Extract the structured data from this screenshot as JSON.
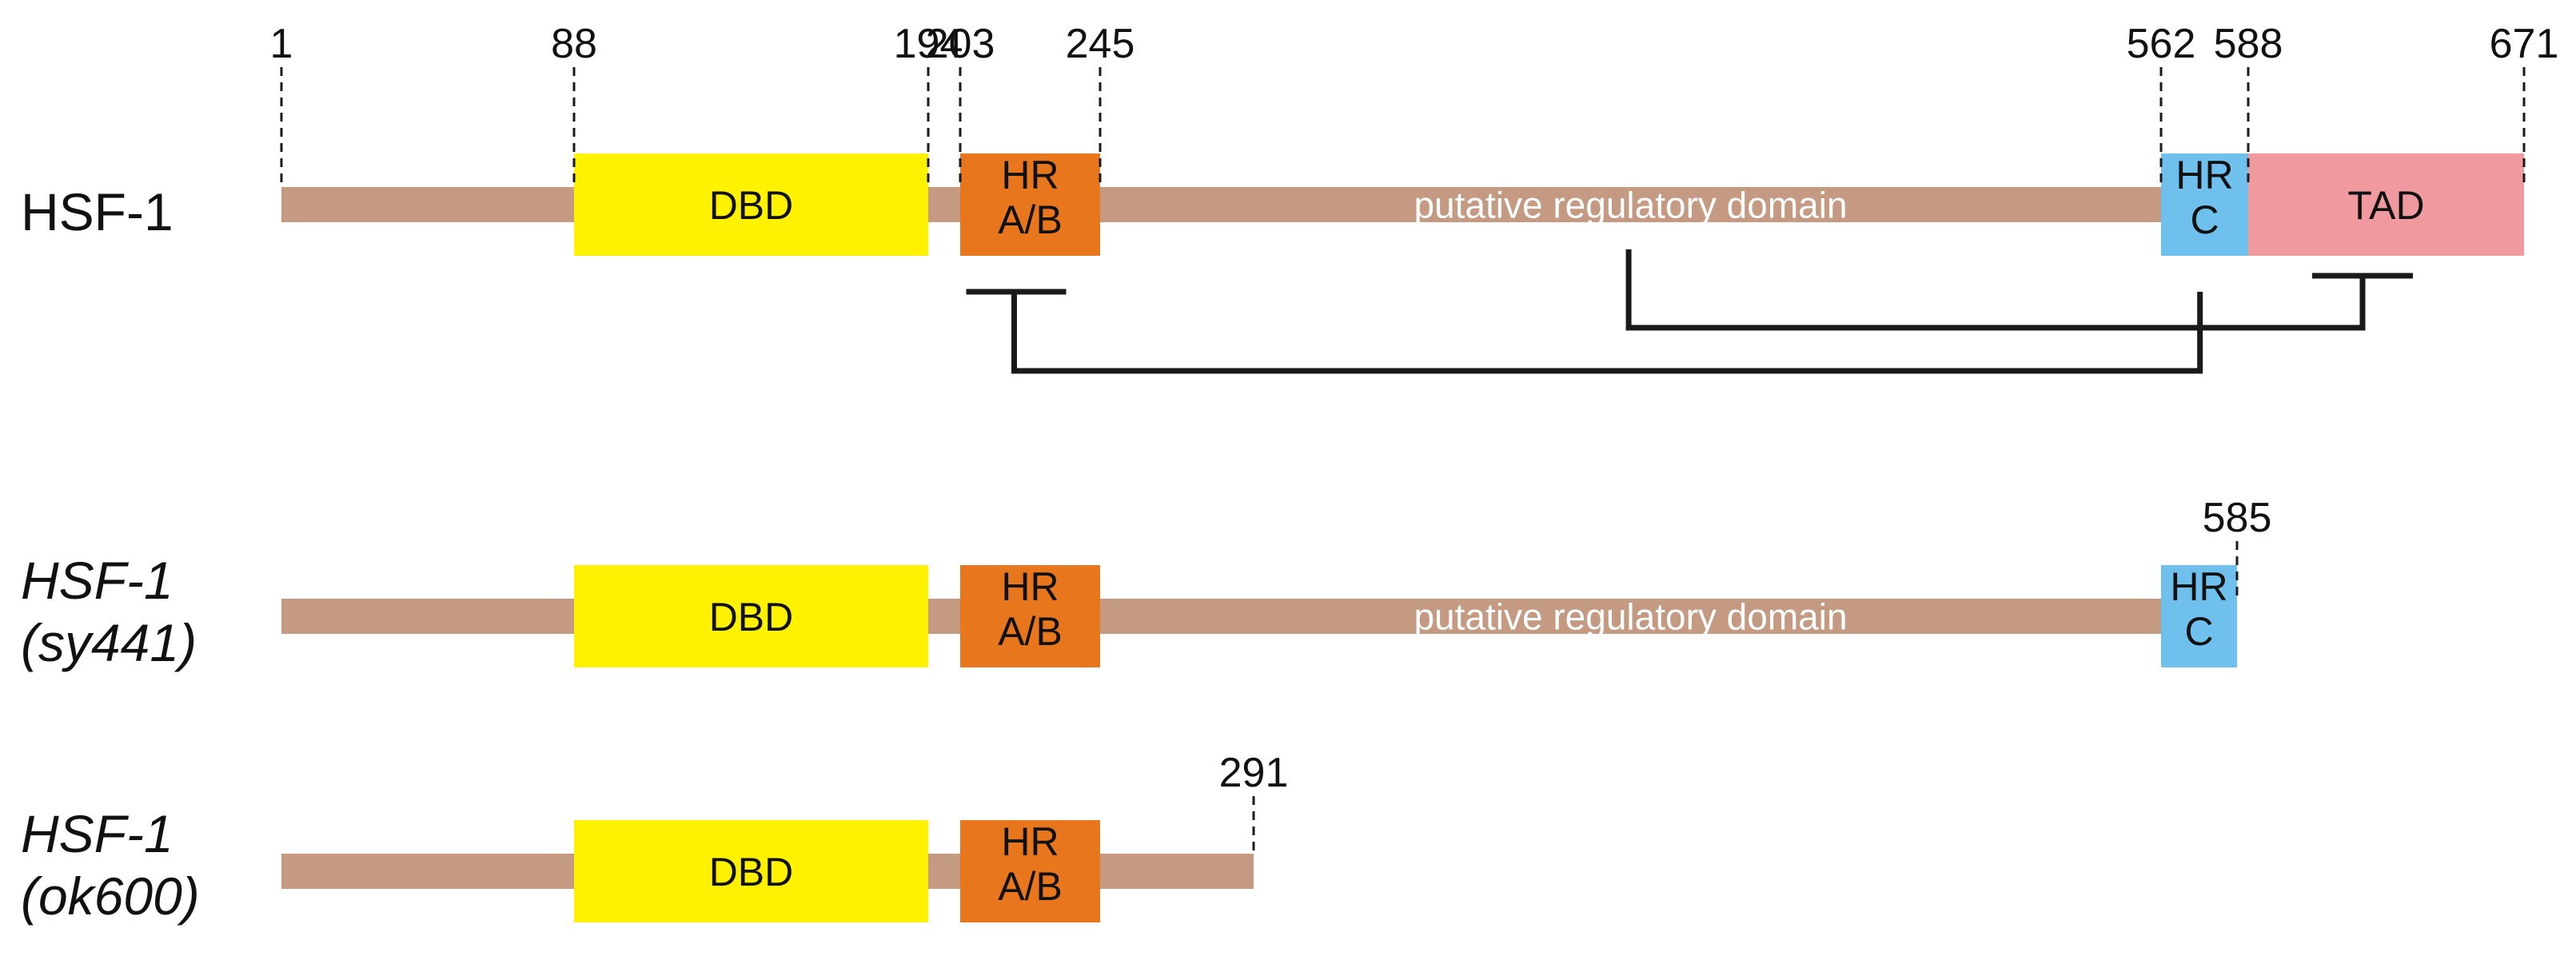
{
  "colors": {
    "backbone": "#c49a82",
    "dbd": "#fff200",
    "hr_ab": "#e8761c",
    "hr_c": "#6fc0ec",
    "tad": "#f09aa0",
    "line": "#1a1a1a",
    "text_dark": "#111111",
    "text_light": "#ffffff"
  },
  "constructs": [
    {
      "label_lines": [
        "HSF-1"
      ],
      "italic": false,
      "end": 671,
      "markers": [
        1,
        88,
        194,
        203,
        245,
        562,
        588,
        671
      ],
      "domains": [
        {
          "name": "DBD",
          "lines": [
            "DBD"
          ],
          "start": 88,
          "end": 194,
          "color_key": "dbd",
          "text_key": "text_dark"
        },
        {
          "name": "HR A/B",
          "lines": [
            "HR",
            "A/B"
          ],
          "start": 203,
          "end": 245,
          "color_key": "hr_ab",
          "text_key": "text_dark"
        },
        {
          "name": "putative regulatory domain",
          "lines": [
            "putative regulatory domain"
          ],
          "start": 245,
          "end": 562,
          "color_key": null,
          "text_key": "text_light"
        },
        {
          "name": "HR C",
          "lines": [
            "HR",
            "C"
          ],
          "start": 562,
          "end": 588,
          "color_key": "hr_c",
          "text_key": "text_dark"
        },
        {
          "name": "TAD",
          "lines": [
            "TAD"
          ],
          "start": 588,
          "end": 671,
          "color_key": "tad",
          "text_key": "text_dark"
        }
      ]
    },
    {
      "label_lines": [
        "HSF-1",
        "(sy441)"
      ],
      "italic": true,
      "end": 585,
      "markers": [
        585
      ],
      "domains": [
        {
          "name": "DBD",
          "lines": [
            "DBD"
          ],
          "start": 88,
          "end": 194,
          "color_key": "dbd",
          "text_key": "text_dark"
        },
        {
          "name": "HR A/B",
          "lines": [
            "HR",
            "A/B"
          ],
          "start": 203,
          "end": 245,
          "color_key": "hr_ab",
          "text_key": "text_dark"
        },
        {
          "name": "putative regulatory domain",
          "lines": [
            "putative regulatory domain"
          ],
          "start": 245,
          "end": 562,
          "color_key": null,
          "text_key": "text_light"
        },
        {
          "name": "HR C",
          "lines": [
            "HR",
            "C"
          ],
          "start": 562,
          "end": 585,
          "color_key": "hr_c",
          "text_key": "text_dark"
        }
      ]
    },
    {
      "label_lines": [
        "HSF-1",
        "(ok600)"
      ],
      "italic": true,
      "end": 291,
      "markers": [
        291
      ],
      "domains": [
        {
          "name": "DBD",
          "lines": [
            "DBD"
          ],
          "start": 88,
          "end": 194,
          "color_key": "dbd",
          "text_key": "text_dark"
        },
        {
          "name": "HR A/B",
          "lines": [
            "HR",
            "A/B"
          ],
          "start": 203,
          "end": 245,
          "color_key": "hr_ab",
          "text_key": "text_dark"
        }
      ]
    }
  ],
  "interactions": [
    {
      "from": "HR C",
      "to": "HR A/B"
    },
    {
      "from": "putative regulatory domain",
      "to": "TAD"
    }
  ]
}
